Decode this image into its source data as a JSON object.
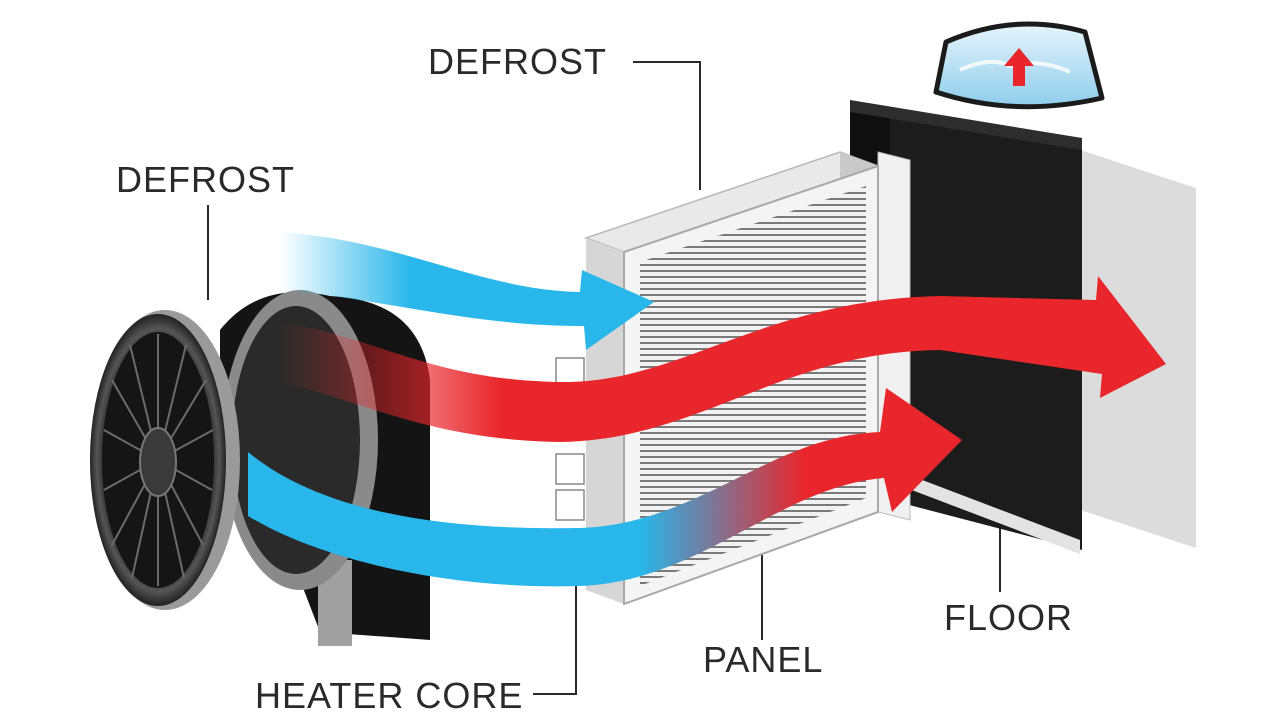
{
  "labels": {
    "defrost_top": "DEFROST",
    "defrost_left": "DEFROST",
    "heater_core": "HEATER CORE",
    "panel": "PANEL",
    "floor": "FLOOR"
  },
  "colors": {
    "cold_air": "#29b6ea",
    "hot_air": "#e8262b",
    "housing_dark": "#1c1c1c",
    "leader_line": "#2a2a2a",
    "windshield_glass": "#bfe3f5"
  },
  "icons": [
    "blower-fan-icon",
    "heater-core-icon",
    "windshield-icon",
    "up-arrow-icon"
  ]
}
